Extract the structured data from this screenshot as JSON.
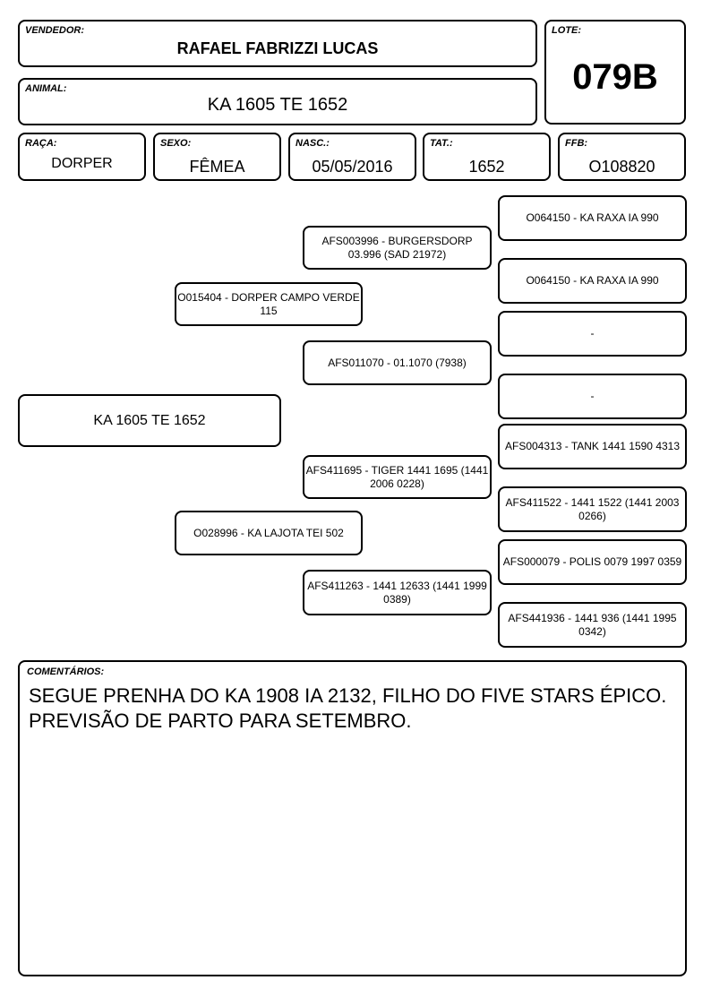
{
  "header": {
    "vendedor_label": "VENDEDOR:",
    "vendedor_value": "RAFAEL FABRIZZI LUCAS",
    "lote_label": "LOTE:",
    "lote_value": "079B",
    "animal_label": "ANIMAL:",
    "animal_value": "KA 1605 TE 1652"
  },
  "info": {
    "raca_label": "RAÇA:",
    "raca_value": "DORPER",
    "sexo_label": "SEXO:",
    "sexo_value": "FÊMEA",
    "nasc_label": "NASC.:",
    "nasc_value": "05/05/2016",
    "tat_label": "TAT.:",
    "tat_value": "1652",
    "ffb_label": "FFB:",
    "ffb_value": "O108820"
  },
  "pedigree": {
    "animal": "KA 1605 TE 1652",
    "sire": "O015404 - DORPER CAMPO VERDE 115",
    "dam": "O028996 - KA LAJOTA TEI 502",
    "sire_sire": "AFS003996 - BURGERSDORP 03.996 (SAD 21972)",
    "sire_dam": "AFS011070 - 01.1070 (7938)",
    "dam_sire": "AFS411695 - TIGER 1441 1695 (1441 2006 0228)",
    "dam_dam": "AFS411263 - 1441 12633 (1441 1999 0389)",
    "ggp": [
      "O064150 - KA RAXA IA 990",
      "O064150 - KA RAXA IA 990",
      "-",
      "-",
      "AFS004313 - TANK 1441 1590 4313",
      "AFS411522 - 1441 1522 (1441 2003 0266)",
      "AFS000079 - POLIS 0079 1997 0359",
      "AFS441936 - 1441 936 (1441 1995 0342)"
    ]
  },
  "comments": {
    "label": "COMENTÁRIOS:",
    "text": "SEGUE PRENHA DO KA 1908 IA 2132, FILHO DO FIVE STARS ÉPICO. PREVISÃO DE PARTO PARA SETEMBRO."
  }
}
